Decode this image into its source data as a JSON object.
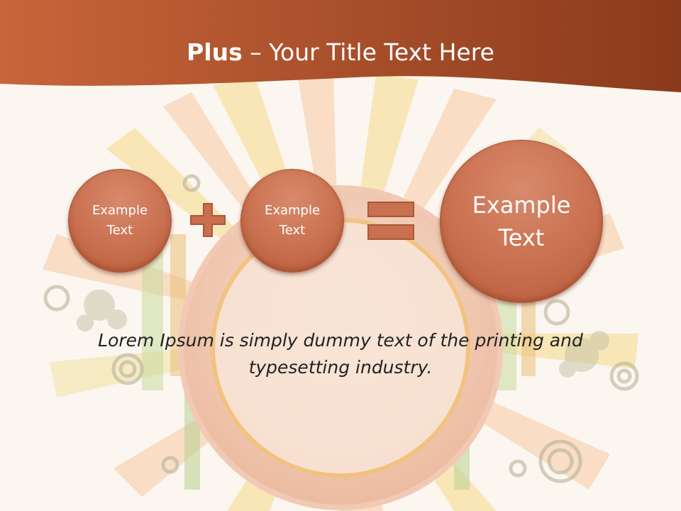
{
  "slide": {
    "title_bold": "Plus",
    "title_rest": " – Your Title Text Here",
    "equation": {
      "circle1": "Example\nText",
      "operator1": "plus",
      "circle2": "Example\nText",
      "operator2": "equals",
      "result": "Example\nText"
    },
    "body_text": "Lorem Ipsum is simply dummy text of the printing and typesetting industry."
  },
  "colors": {
    "header": "#b8552c",
    "accent": "#c9704f",
    "accent_border": "#a9583a",
    "background": "#fbf6f0"
  }
}
